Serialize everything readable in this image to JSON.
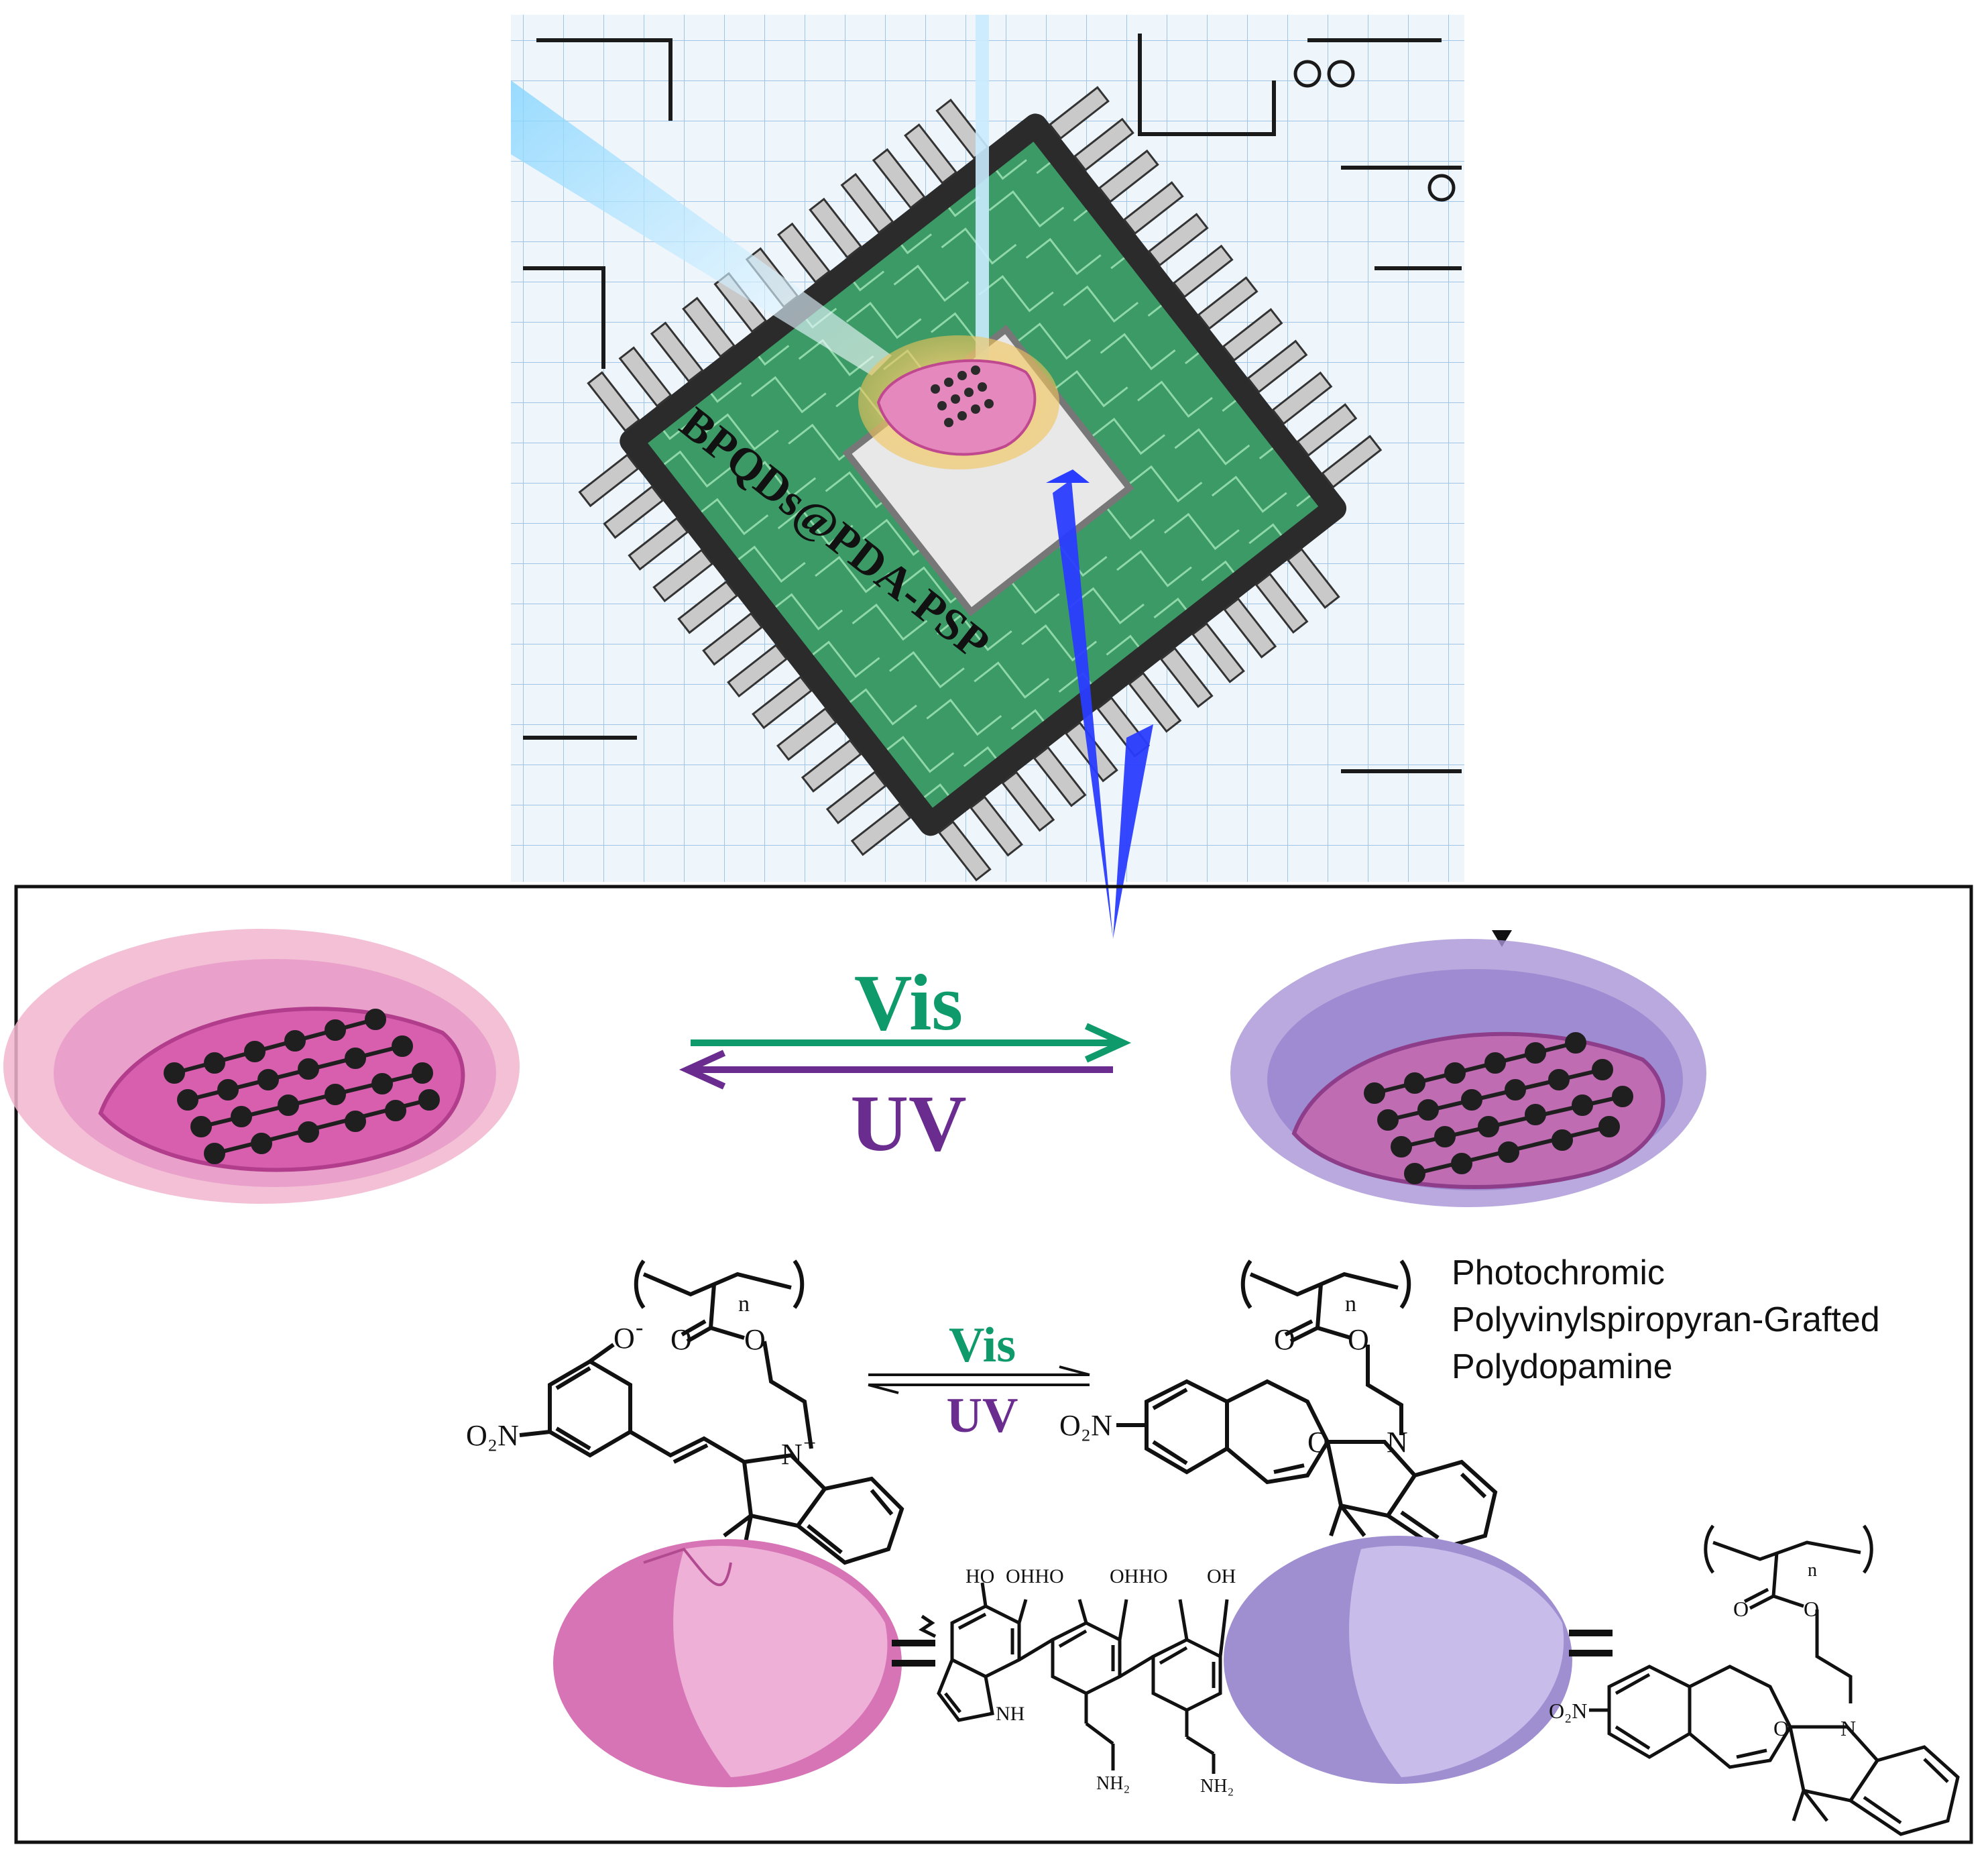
{
  "chip_label": "BPQDs@PDA-PSP",
  "top_equilibrium": {
    "forward": "Vis",
    "reverse": "UV"
  },
  "bottom_equilibrium": {
    "forward": "Vis",
    "reverse": "UV"
  },
  "polymer_description": [
    "Photochromic",
    "Polyvinylspiropyran-Grafted",
    "Polydopamine"
  ],
  "atom_labels": {
    "phenolate_oxygen": "O",
    "charge_minus": "-",
    "nitrogen_plus": "N",
    "charge_plus": "+",
    "nitro_left": "O₂N",
    "nitro_right": "O₂N",
    "nitro_bottom": "O₂N",
    "ester_o": "O",
    "ring_o": "O",
    "ring_n": "N",
    "repeat_n": "n"
  },
  "pda_labels": {
    "hydroxyls": [
      "HO",
      "OHHO",
      "OHHO",
      "OH"
    ],
    "nh": "NH",
    "amines": [
      "NH₂",
      "NH₂"
    ]
  },
  "colors": {
    "vis_green": "#0e9a6a",
    "uv_purple": "#6a2c8f",
    "arrow_blue": "#2a3cff",
    "pink_particle": "#d75fae",
    "violet_particle": "#9a86cf",
    "chip_green": "#2f8a5a"
  }
}
